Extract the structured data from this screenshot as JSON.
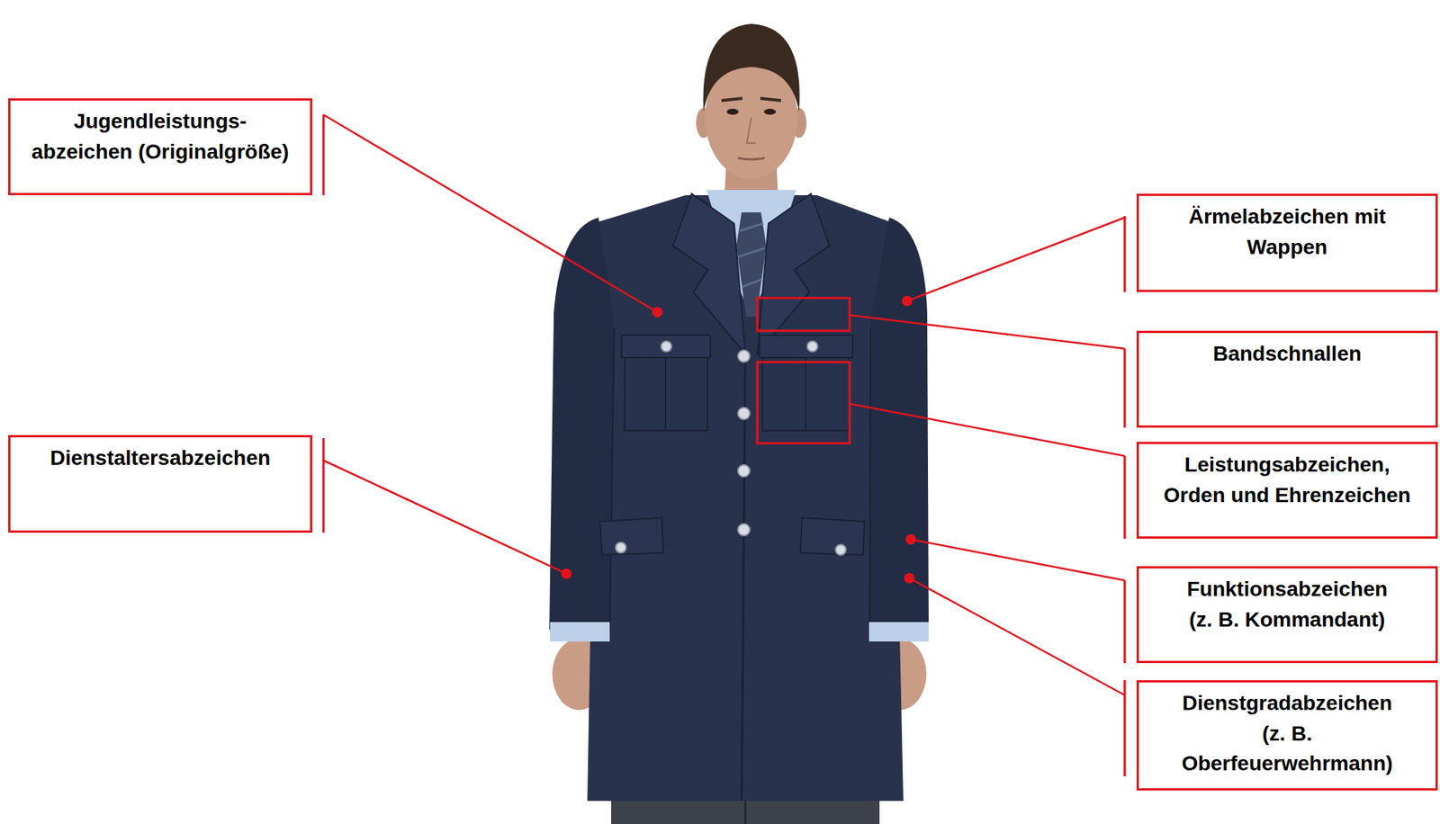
{
  "diagram": {
    "nodes": [
      {
        "text": [
          "Jugendleistungs- abzeichen (Originalgröße)"
        ]
      },
      {
        "text": [
          "Ärmelabzeichen mit Wappen"
        ]
      },
      {
        "text": [
          "Bandschnallen"
        ]
      },
      {
        "text": [
          "Dienstaltersabzeichen"
        ]
      },
      {
        "text": [
          "Leistungsabzeichen, Orden und Ehrenzeichen"
        ]
      },
      {
        "text": [
          "Funktionsabzeichen (z. B. Kommandant)"
        ]
      },
      {
        "text": [
          "Dienstgradabzeichen (z. B. Oberfeuerwehrmann)"
        ]
      }
    ]
  }
}
